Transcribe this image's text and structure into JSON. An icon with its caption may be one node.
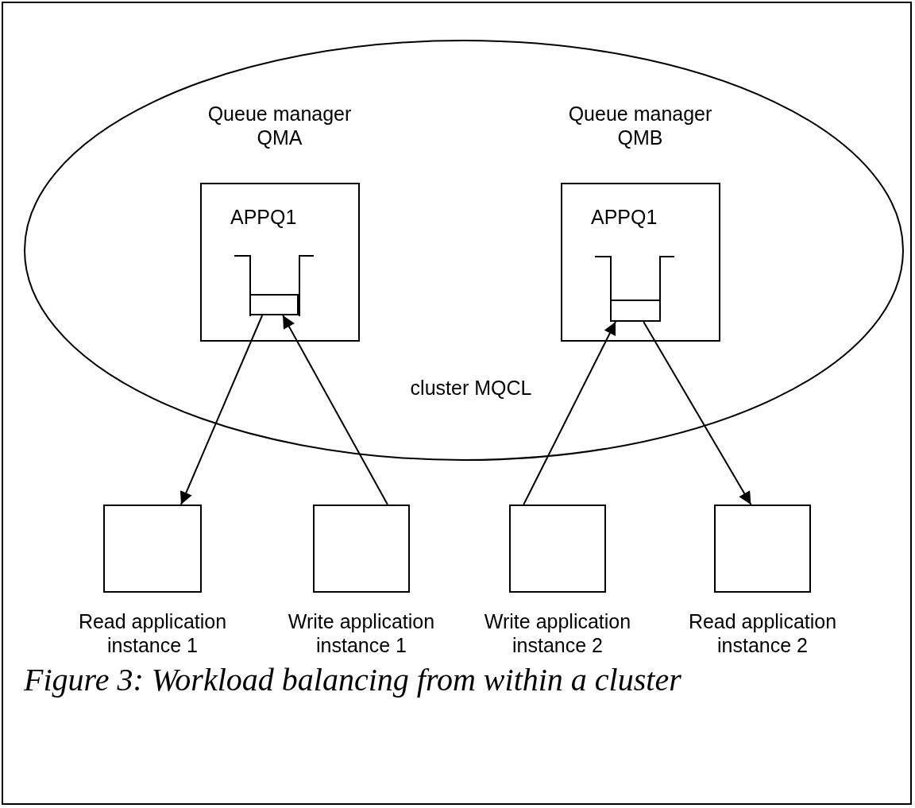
{
  "diagram": {
    "caption": "Figure 3: Workload balancing from within a cluster",
    "nodes": [
      {
        "text": [
          "cluster MQCL"
        ]
      },
      {
        "text": [
          "Queue manager QMA",
          "APPQ1"
        ],
        "in": 0
      },
      {
        "text": [],
        "shape": "box",
        "in": 1
      },
      {
        "text": [
          "Queue manager QMB",
          "APPQ1"
        ],
        "in": 0
      },
      {
        "text": [],
        "shape": "box",
        "in": 3
      },
      {
        "text": [
          "Read application instance 1"
        ]
      },
      {
        "text": [
          "Write application instance 1"
        ]
      },
      {
        "text": [
          "Write application instance 2"
        ]
      },
      {
        "text": [
          "Read application instance 2"
        ]
      }
    ],
    "edges": [
      {
        "from": 2,
        "to": 5,
        "arrow": "to"
      },
      {
        "from": 6,
        "to": 2,
        "arrow": "to"
      },
      {
        "from": 7,
        "to": 4,
        "arrow": "to"
      },
      {
        "from": 4,
        "to": 8,
        "arrow": "to"
      }
    ]
  }
}
